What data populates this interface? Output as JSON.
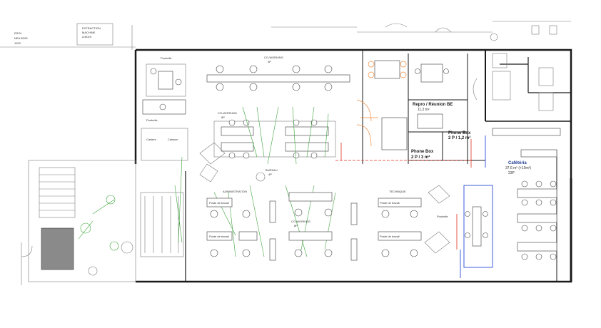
{
  "notes": {
    "topleft": [
      "ESOL",
      "NEA BOIS",
      "1200"
    ],
    "extraction": [
      "EXTRACTION",
      "MACHINE",
      "A BOIS"
    ]
  },
  "rooms": {
    "repro": {
      "name": "Repro / Réunion BE",
      "area": "11,2 m²"
    },
    "phonebox1": {
      "name": "Phone Box",
      "capacity": "2 P / 1,2 m²"
    },
    "phonebox2": {
      "name": "Phone Box",
      "capacity": "2 P / 3 m²"
    },
    "cafeteria": {
      "name": "Cafétéria",
      "area": "37,6 m² (+10m²)",
      "seats": "23P"
    },
    "cowork_top": {
      "name": "CO-WORKING",
      "seats": "4P"
    },
    "cowork_mid": {
      "name": "CO-WORKING",
      "seats": "8P"
    },
    "cowork_low": {
      "name": "CO-WORKING",
      "seats": "8P"
    },
    "bureau": {
      "name": "BUREAU",
      "seats": "4P"
    },
    "admin": {
      "name": "ADMINISTRATION"
    },
    "tech": {
      "name": "TECHNIQUE"
    }
  },
  "labels": {
    "poubelle": "Poubelle",
    "casiers": "Casiers",
    "caisson": "Caisson",
    "poste": "Poste de travail"
  },
  "colors": {
    "wall": "#1a1a1a",
    "plants": "#3aa23a",
    "red_annotations": "#e0301e",
    "blue_annotations": "#2a4bd7",
    "orange_annotations": "#f08a3c",
    "teal_annotations": "#1e8c8c"
  }
}
